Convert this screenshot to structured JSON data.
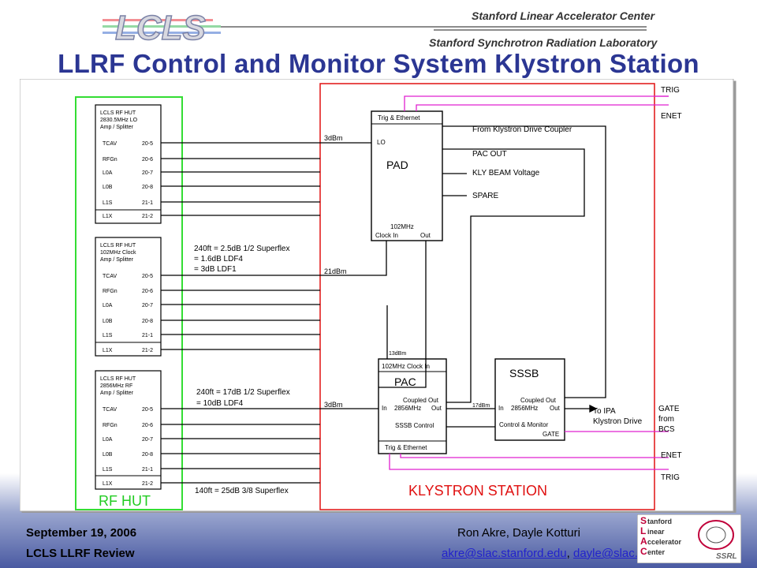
{
  "header": {
    "logo_text": "LCLS",
    "lab_line1": "Stanford Linear Accelerator Center",
    "lab_line2": "Stanford Synchrotron Radiation Laboratory",
    "title": "LLRF Control and Monitor System Klystron Station"
  },
  "diagram": {
    "hut_boxes": [
      {
        "title": [
          "LCLS RF HUT",
          "2830.5MHz LO",
          "Amp / Splitter"
        ],
        "rows": [
          [
            "TCAV",
            "20-5"
          ],
          [
            "RFGn",
            "20-6"
          ],
          [
            "L0A",
            "20-7"
          ],
          [
            "L0B",
            "20-8"
          ],
          [
            "L1S",
            "21-1"
          ],
          [
            "L1X",
            "21-2"
          ]
        ]
      },
      {
        "title": [
          "LCLS RF HUT",
          "102MHz Clock",
          "Amp / Splitter"
        ],
        "rows": [
          [
            "TCAV",
            "20-5"
          ],
          [
            "RFGn",
            "20-6"
          ],
          [
            "L0A",
            "20-7"
          ],
          [
            "L0B",
            "20-8"
          ],
          [
            "L1S",
            "21-1"
          ],
          [
            "L1X",
            "21-2"
          ]
        ]
      },
      {
        "title": [
          "LCLS RF HUT",
          "2856MHz RF",
          "Amp / Splitter"
        ],
        "rows": [
          [
            "TCAV",
            "20-5"
          ],
          [
            "RFGn",
            "20-6"
          ],
          [
            "L0A",
            "20-7"
          ],
          [
            "L0B",
            "20-8"
          ],
          [
            "L1S",
            "21-1"
          ],
          [
            "L1X",
            "21-2"
          ]
        ]
      }
    ],
    "rf_hut_label": "RF HUT",
    "klystron_label": "KLYSTRON STATION",
    "cable_notes": {
      "clock": [
        "240ft = 2.5dB 1/2 Superflex",
        "= 1.6dB LDF4",
        "= 3dB LDF1"
      ],
      "rf": [
        "240ft = 17dB 1/2 Superflex",
        "= 10dB LDF4"
      ],
      "bottom": "140ft = 25dB 3/8 Superflex"
    },
    "levels": {
      "lo": "3dBm",
      "clock": "21dBm",
      "rf": "3dBm",
      "pac_clock": "13dBm",
      "sssb_in": "17dBm"
    },
    "pad": {
      "top": "Trig & Ethernet",
      "lo": "LO",
      "name": "PAD",
      "freq": "102MHz",
      "clock_in": "Clock In",
      "out": "Out"
    },
    "pad_inputs": [
      "From Klystron Drive Coupler",
      "PAC OUT",
      "KLY BEAM Voltage",
      "SPARE"
    ],
    "pac": {
      "top": "102MHz Clock In",
      "name": "PAC",
      "coupled_out": "Coupled Out",
      "in": "In",
      "freq": "2856MHz",
      "out": "Out",
      "ctrl": "SSSB Control",
      "bottom": "Trig & Ethernet"
    },
    "sssb": {
      "name": "SSSB",
      "coupled_out": "Coupled Out",
      "in": "In",
      "freq": "2856MHz",
      "out": "Out",
      "ctrl": "Control & Monitor",
      "gate": "GATE"
    },
    "right_labels": {
      "trig_top": "TRIG",
      "enet_top": "ENET",
      "to_ipa": [
        "To IPA",
        "Klystron Drive"
      ],
      "gate": [
        "GATE",
        "from",
        "BCS"
      ],
      "enet_bottom": "ENET",
      "trig_bottom": "TRIG"
    },
    "colors": {
      "hut_border": "#33dd33",
      "station_border": "#e01010",
      "trig_enet": "#e020d0",
      "wires": "#000000"
    }
  },
  "footer": {
    "date": "September 19, 2006",
    "review": "LCLS LLRF Review",
    "authors": "Ron Akre, Dayle Kotturi",
    "email1": "akre@slac.stanford.edu",
    "sep": ", ",
    "email2": "dayle@slac.stanford.edu",
    "logo_lines": [
      "tanford",
      "inear",
      "ccelerator",
      "enter"
    ],
    "logo_initials": [
      "S",
      "L",
      "A",
      "C"
    ],
    "ssrl": "SSRL"
  }
}
